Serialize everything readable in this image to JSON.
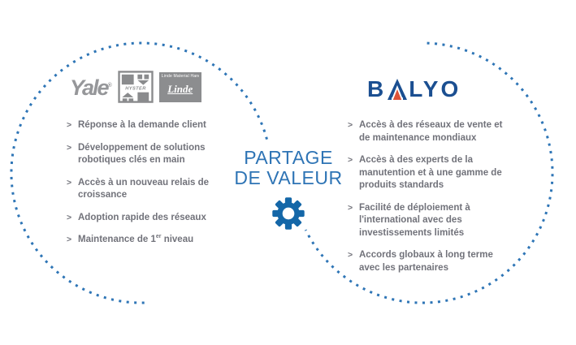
{
  "diagram": {
    "bullet_char": ">",
    "center": {
      "title_line1": "PARTAGE",
      "title_line2": "DE VALEUR"
    },
    "left_group": {
      "logos": {
        "yale": {
          "name": "Yale",
          "registered": "®"
        },
        "hyster": {
          "name": "HYSTER"
        },
        "linde": {
          "name": "Linde",
          "subtitle": "Linde Material Handling"
        }
      },
      "items": [
        {
          "text": "Réponse à la demande client"
        },
        {
          "text": "Développement de solutions\nrobotiques clés en main"
        },
        {
          "text": "Accès à un nouveau relais de\ncroissance"
        },
        {
          "text": "Adoption rapide des réseaux"
        },
        {
          "pre": "Maintenance de 1",
          "sup": "er",
          "post": " niveau"
        }
      ]
    },
    "right_group": {
      "logo": {
        "name": "BALYO",
        "part_b": "B",
        "part_rest": "LYO"
      },
      "items": [
        {
          "text": "Accès à des réseaux de vente et\nde maintenance mondiaux"
        },
        {
          "text": "Accès à des experts de la\nmanutention et à une gamme de\nproduits standards"
        },
        {
          "text": "Facilité de déploiement à\nl'international avec des\ninvestissements limités"
        },
        {
          "text": "Accords globaux à long terme\navec les partenaires"
        }
      ]
    },
    "colors": {
      "accent_blue": "#2E75B6",
      "title_blue": "#2E74B5",
      "gear_blue": "#1467A8",
      "text_gray": "#71727A",
      "logo_gray": "#8A8B8D",
      "balyo_blue": "#1B4F91",
      "balyo_red": "#DE5238"
    }
  }
}
